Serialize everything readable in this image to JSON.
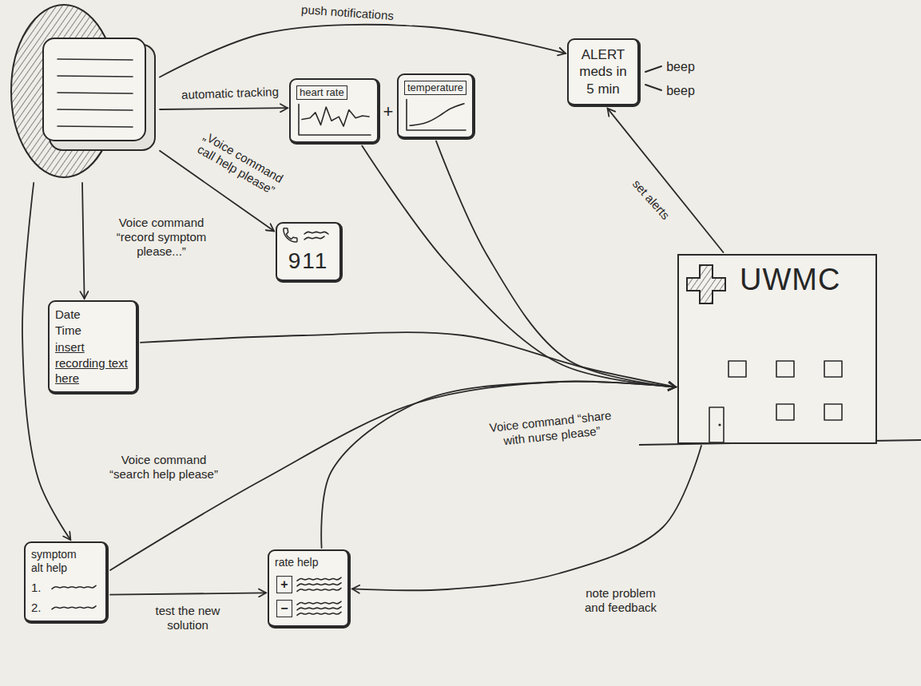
{
  "diagram": {
    "nodes": [
      {
        "text": []
      },
      {
        "text": [
          "heart rate"
        ]
      },
      {
        "text": [
          "temperature"
        ]
      },
      {
        "text": [
          "ALERT",
          "meds in 5 min"
        ]
      },
      {
        "text": [
          "911"
        ]
      },
      {
        "text": [
          "Date",
          "Time",
          "insert recording text here"
        ]
      },
      {
        "text": [
          "UWMC"
        ]
      },
      {
        "text": [
          "symptom alt help",
          "1.",
          "2."
        ]
      },
      {
        "text": [
          "rate help",
          "+",
          "−"
        ]
      }
    ],
    "edges": [
      {
        "from": 0,
        "to": 3,
        "arrow": "to",
        "label": "push notifications"
      },
      {
        "from": 0,
        "to": 1,
        "arrow": "to",
        "label": "automatic tracking"
      },
      {
        "from": 0,
        "to": 4,
        "arrow": "to",
        "label": "„Voice command call help please”"
      },
      {
        "from": 0,
        "to": 5,
        "arrow": "to",
        "label": "Voice command “record symptom please...”"
      },
      {
        "from": 0,
        "to": 7,
        "arrow": "to",
        "label": "Voice command “search help please”"
      },
      {
        "from": 1,
        "to": 6,
        "arrow": "to"
      },
      {
        "from": 2,
        "to": 6,
        "arrow": "to"
      },
      {
        "from": 5,
        "to": 6,
        "arrow": "to"
      },
      {
        "from": 7,
        "to": 6,
        "arrow": "to",
        "label": "Voice command “share with nurse please”"
      },
      {
        "from": 8,
        "to": 6,
        "arrow": "to"
      },
      {
        "from": 6,
        "to": 8,
        "arrow": "to",
        "label": "note problem and feedback"
      },
      {
        "from": 6,
        "to": 3,
        "arrow": "to",
        "label": "set alerts"
      },
      {
        "from": 7,
        "to": 8,
        "arrow": "to",
        "label": "test the new solution"
      }
    ],
    "labels": [
      "+",
      "beep",
      "beep"
    ]
  }
}
